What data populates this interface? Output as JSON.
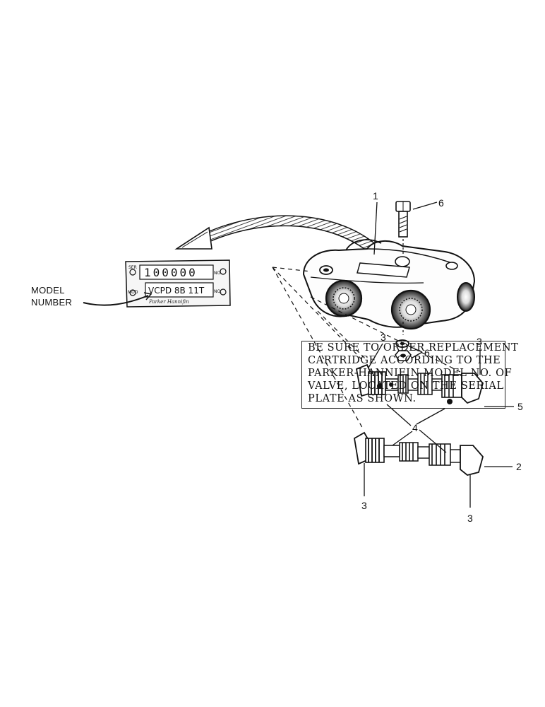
{
  "plate": {
    "ser_label": "SER",
    "serial_number": "100000",
    "mod_label": "MOD",
    "model_code": "VCPD 8B 11T",
    "no_label": "NO.",
    "manufacturer": "Parker Hannifin"
  },
  "callouts": {
    "model_number_line1": "MODEL",
    "model_number_line2": "NUMBER"
  },
  "part_labels": {
    "p1": "1",
    "p2": "2",
    "p3_upper_left": "3",
    "p3_upper_right": "3",
    "p3_lower_left": "3",
    "p3_lower_right": "3",
    "p4": "4",
    "p5": "5",
    "p6_bolt": "6",
    "p6_nut": "6"
  },
  "notice": {
    "lines": [
      "BE SURE TO ORDER REPLACEMENT",
      "CARTRIDGE ACCORDING TO THE",
      "PARKER-HANNIFIN MODEL NO. OF",
      "VALVE, LOCATED ON THE SERIAL",
      "PLATE AS SHOWN."
    ]
  }
}
